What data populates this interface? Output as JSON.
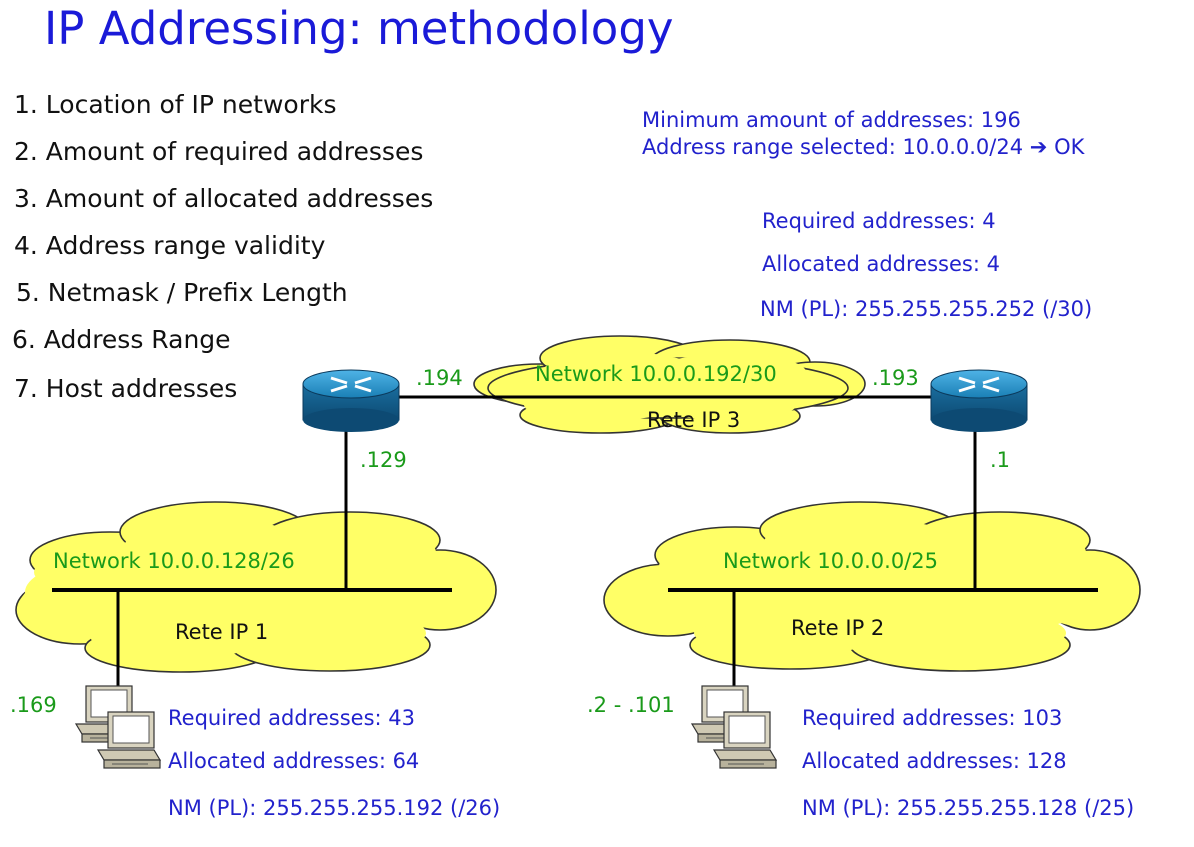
{
  "title": "IP Addressing: methodology",
  "steps": [
    "1. Location of IP networks",
    "2. Amount of required addresses",
    "3. Amount of allocated addresses",
    "4. Address range validity",
    "5. Netmask / Prefix Length",
    "6. Address Range",
    "7. Host addresses"
  ],
  "summary": {
    "min_line": "Minimum amount of addresses: 196",
    "range_prefix": "Address range selected: 10.0.0.0/24",
    "range_arrow": "➔",
    "range_ok": "OK"
  },
  "net3": {
    "required": "Required addresses: 4",
    "allocated": "Allocated addresses: 4",
    "netmask": "NM (PL): 255.255.255.252 (/30)",
    "network": "Network 10.0.0.192/30",
    "name": "Rete IP 3",
    "left_if": ".194",
    "right_if": ".193"
  },
  "net1": {
    "network": "Network 10.0.0.128/26",
    "name": "Rete IP 1",
    "router_if": ".129",
    "host_addr": ".169",
    "required": "Required addresses: 43",
    "allocated": "Allocated addresses: 64",
    "netmask": "NM (PL): 255.255.255.192 (/26)"
  },
  "net2": {
    "network": "Network 10.0.0.0/25",
    "name": "Rete IP 2",
    "router_if": ".1",
    "host_addr": ".2 - .101",
    "required": "Required addresses: 103",
    "allocated": "Allocated addresses: 128",
    "netmask": "NM (PL): 255.255.255.128 (/25)"
  },
  "colors": {
    "title": "#1a1ad8",
    "info": "#2222cc",
    "label_green": "#1a9a1a",
    "cloud_fill": "#ffff66",
    "router": "#1a7fb5"
  },
  "icons": [
    "router-icon",
    "pc-icon"
  ]
}
